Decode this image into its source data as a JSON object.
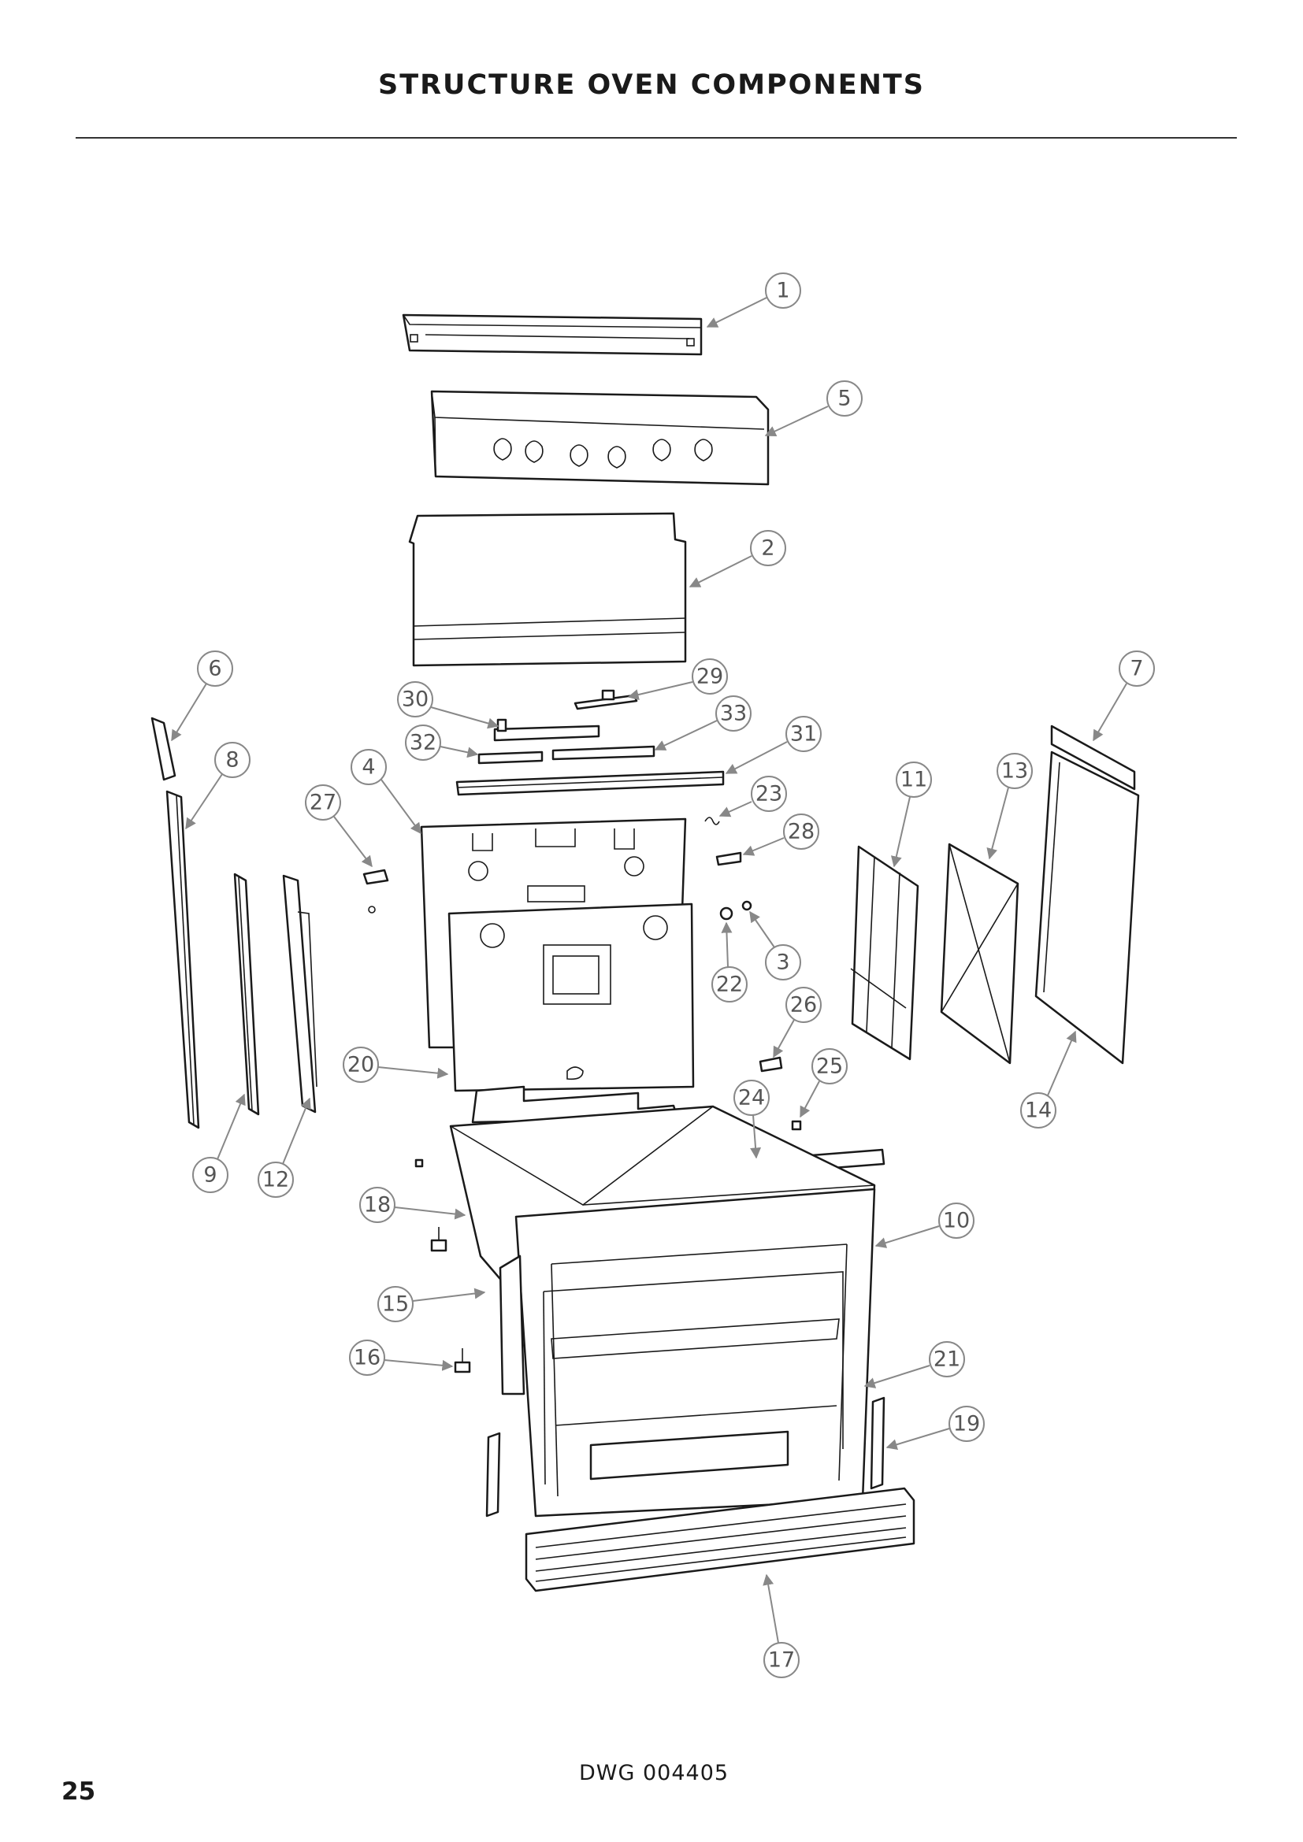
{
  "header": {
    "title": "STRUCTURE OVEN COMPONENTS"
  },
  "footer": {
    "drawing_number": "DWG 004405",
    "page_number": "25"
  },
  "callouts": [
    {
      "id": "c1",
      "label": "1"
    },
    {
      "id": "c2",
      "label": "2"
    },
    {
      "id": "c3",
      "label": "3"
    },
    {
      "id": "c4",
      "label": "4"
    },
    {
      "id": "c5",
      "label": "5"
    },
    {
      "id": "c6",
      "label": "6"
    },
    {
      "id": "c7",
      "label": "7"
    },
    {
      "id": "c8",
      "label": "8"
    },
    {
      "id": "c9",
      "label": "9"
    },
    {
      "id": "c10",
      "label": "10"
    },
    {
      "id": "c11",
      "label": "11"
    },
    {
      "id": "c12",
      "label": "12"
    },
    {
      "id": "c13",
      "label": "13"
    },
    {
      "id": "c14",
      "label": "14"
    },
    {
      "id": "c15",
      "label": "15"
    },
    {
      "id": "c16",
      "label": "16"
    },
    {
      "id": "c17",
      "label": "17"
    },
    {
      "id": "c18",
      "label": "18"
    },
    {
      "id": "c19",
      "label": "19"
    },
    {
      "id": "c20",
      "label": "20"
    },
    {
      "id": "c21",
      "label": "21"
    },
    {
      "id": "c22",
      "label": "22"
    },
    {
      "id": "c23",
      "label": "23"
    },
    {
      "id": "c24",
      "label": "24"
    },
    {
      "id": "c25",
      "label": "25"
    },
    {
      "id": "c26",
      "label": "26"
    },
    {
      "id": "c27",
      "label": "27"
    },
    {
      "id": "c28",
      "label": "28"
    },
    {
      "id": "c29",
      "label": "29"
    },
    {
      "id": "c30",
      "label": "30"
    },
    {
      "id": "c31",
      "label": "31"
    },
    {
      "id": "c32",
      "label": "32"
    },
    {
      "id": "c33",
      "label": "33"
    }
  ]
}
